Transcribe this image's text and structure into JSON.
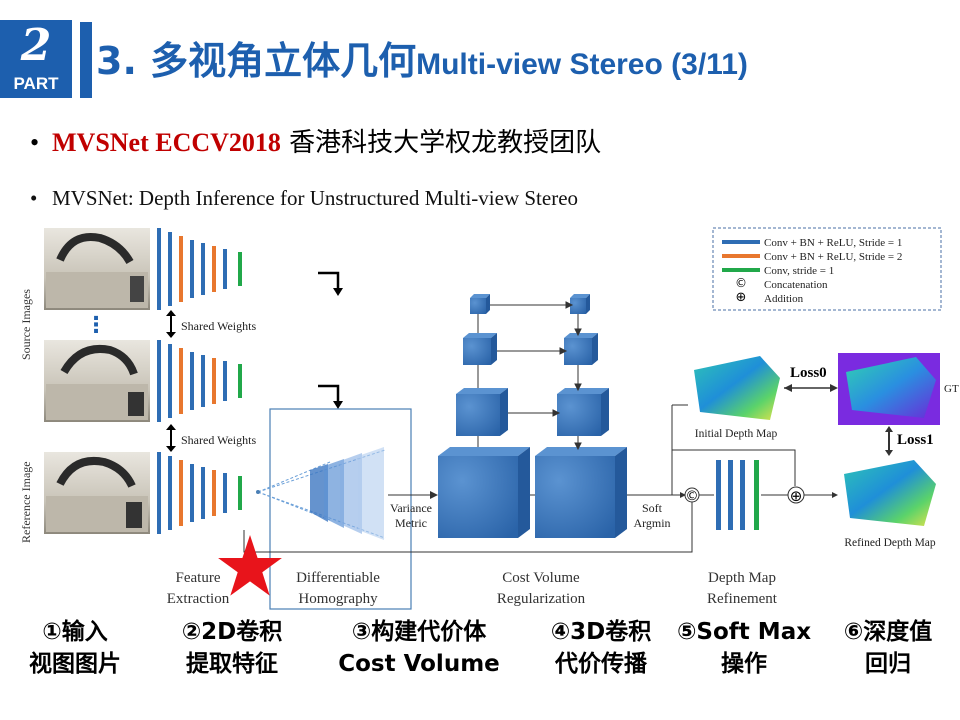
{
  "header": {
    "part_number": "2",
    "part_label": "PART",
    "title_cn": "3. 多视角立体几何",
    "title_en": "Multi-view Stereo (3/11)"
  },
  "bullets": {
    "first_red": "MVSNet ECCV2018",
    "first_rest": " 香港科技大学权龙教授团队",
    "second": "MVSNet: Depth Inference for Unstructured Multi-view Stereo"
  },
  "diagram": {
    "side_source": "Source Images",
    "side_reference": "Reference Image",
    "shared_weights_1": "Shared Weights",
    "shared_weights_2": "Shared Weights",
    "variance_metric_1": "Variance",
    "variance_metric_2": "Metric",
    "soft_argmin_1": "Soft",
    "soft_argmin_2": "Argmin",
    "loss0": "Loss0",
    "loss1": "Loss1",
    "gt": "GT",
    "initial_depth_map": "Initial Depth Map",
    "refined_depth_map": "Refined Depth Map",
    "stage_feature_1": "Feature",
    "stage_feature_2": "Extraction",
    "stage_homography_1": "Differentiable",
    "stage_homography_2": "Homography",
    "stage_cost_1": "Cost Volume",
    "stage_cost_2": "Regularization",
    "stage_refine_1": "Depth Map",
    "stage_refine_2": "Refinement",
    "legend": [
      {
        "label": "Conv + BN + ReLU, Stride = 1",
        "color": "#2e6db4"
      },
      {
        "label": "Conv + BN + ReLU, Stride = 2",
        "color": "#e8772e"
      },
      {
        "label": "Conv, stride = 1",
        "color": "#21a84a"
      },
      {
        "label": "Concatenation",
        "symbol": "©"
      },
      {
        "label": "Addition",
        "symbol": "⊕"
      }
    ],
    "concat_symbol": "©",
    "add_symbol": "⊕",
    "dots": "⋮"
  },
  "steps": [
    {
      "line1": "①输入",
      "line2": "视图图片"
    },
    {
      "line1": "②2D卷积",
      "line2": "提取特征"
    },
    {
      "line1": "③构建代价体",
      "line2": "Cost Volume"
    },
    {
      "line1": "④3D卷积",
      "line2": "代价传播"
    },
    {
      "line1": "⑤Soft Max",
      "line2": "操作"
    },
    {
      "line1": "⑥深度值",
      "line2": "回归"
    }
  ],
  "colors": {
    "brand_blue": "#1d5fae",
    "red": "#c00000",
    "star": "#e8141b",
    "conv_blue": "#2e6db4",
    "conv_orange": "#e8772e",
    "conv_green": "#21a84a",
    "cube": "#2f6fb5"
  }
}
